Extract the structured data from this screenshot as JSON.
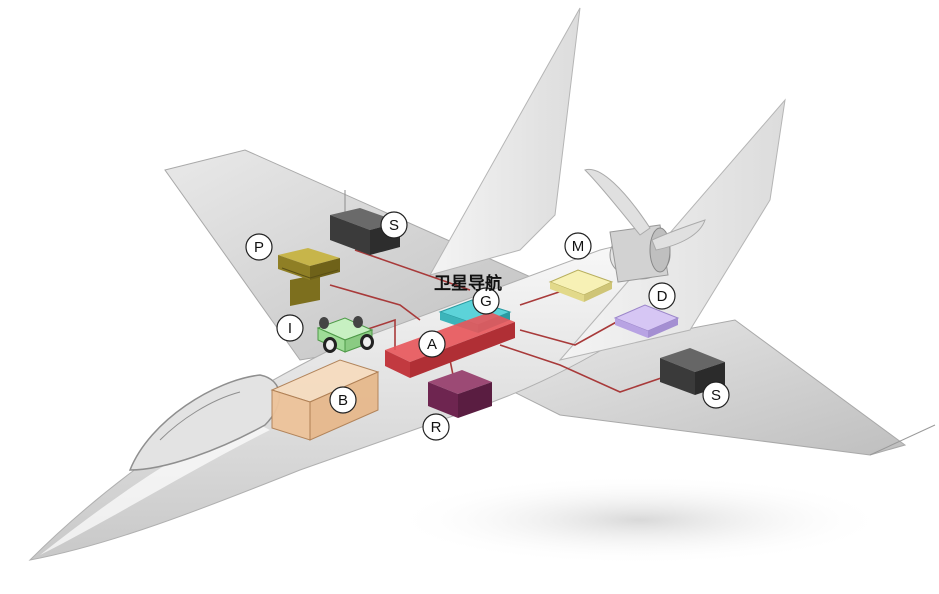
{
  "diagram": {
    "annotation": "卫星导航",
    "labels": {
      "s_top": "S",
      "s_right": "S",
      "p": "P",
      "m": "M",
      "g": "G",
      "d": "D",
      "i": "I",
      "a": "A",
      "b": "B",
      "r": "R"
    },
    "colors": {
      "wire": "#a83a3a",
      "autopilot_A": "#e8555a",
      "gps_G": "#55c8cf",
      "battery_B": "#f2c9a2",
      "receiver_R": "#7a2c54",
      "servo_S": "#444444",
      "power_P": "#9a8a2a",
      "motor_M": "#f4eba0",
      "data_D": "#c9b5ef",
      "imu_I": "#b9ecb3",
      "airframe": "#d9d9d9"
    }
  }
}
